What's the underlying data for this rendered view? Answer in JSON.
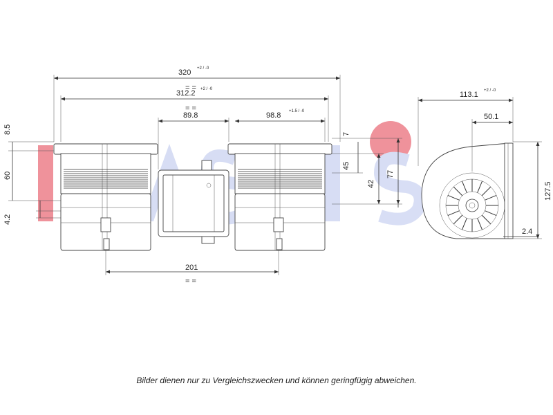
{
  "dimensions": {
    "overall_width": "320",
    "overall_width_tol": "+2 / -0",
    "inner_width": "312.2",
    "inner_width_tol": "+2 / -0",
    "motor_width": "89.8",
    "housing_width": "98.8",
    "housing_width_tol": "+1.5 / -0",
    "flange_top": "8.5",
    "housing_height": "60",
    "flange_bottom": "4.2",
    "outlet_offset": "7",
    "outlet_height": "45",
    "outlet_center": "42",
    "total_outlet": "77",
    "outlet_spacing": "201",
    "side_depth": "113.1",
    "side_depth_tol": "+2 / -0",
    "outlet_depth": "50.1",
    "side_height": "127.5",
    "flange_thickness": "2.4"
  },
  "watermark": {
    "brand": "DASIS",
    "color_blue": "#3a56c8",
    "color_red": "#e23a4a"
  },
  "caption": "Bilder dienen nur zu Vergleichszwecken und können geringfügig abweichen."
}
